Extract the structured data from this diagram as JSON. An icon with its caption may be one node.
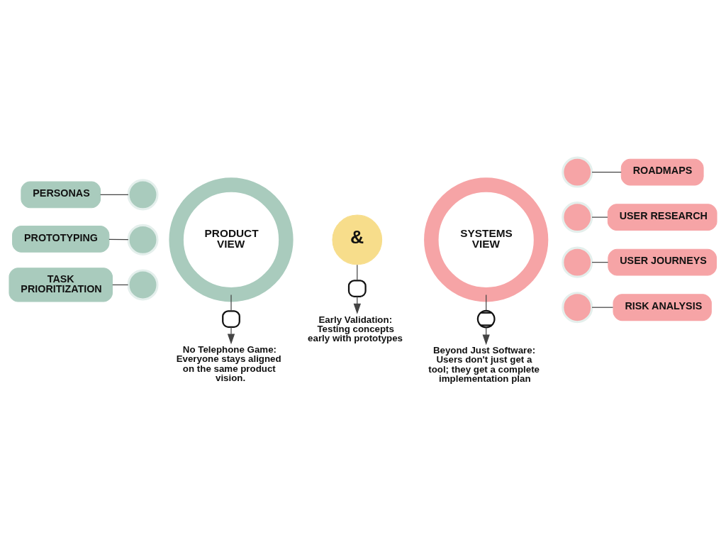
{
  "diagram": {
    "nodes": [
      {
        "text": [
          "PERSONAS"
        ]
      },
      {
        "text": [],
        "shape": "circle"
      },
      {
        "text": [
          "PROTOTYPING"
        ]
      },
      {
        "text": [],
        "shape": "circle"
      },
      {
        "text": [
          "TASK PRIORITIZATION"
        ]
      },
      {
        "text": [],
        "shape": "circle"
      },
      {
        "text": [
          "PRODUCT VIEW"
        ]
      },
      {
        "text": [
          "&"
        ]
      },
      {
        "text": [
          "SYSTEMS VIEW"
        ]
      },
      {
        "text": [
          "ROADMAPS"
        ]
      },
      {
        "text": [],
        "shape": "circle"
      },
      {
        "text": [
          "USER RESEARCH"
        ]
      },
      {
        "text": [],
        "shape": "circle"
      },
      {
        "text": [
          "USER JOURNEYS"
        ]
      },
      {
        "text": [],
        "shape": "circle"
      },
      {
        "text": [
          "RISK ANALYSIS"
        ]
      },
      {
        "text": [],
        "shape": "circle"
      },
      {
        "text": [],
        "shape": "picture"
      },
      {
        "text": [],
        "shape": "picture"
      },
      {
        "text": [],
        "shape": "circle"
      },
      {
        "text": [
          "No Telephone Game: Everyone stays aligned on the same product vision."
        ]
      },
      {
        "text": [
          "Early Validation: Testing concepts early with prototypes"
        ]
      },
      {
        "text": [
          "Beyond Just Software: Users don't just get a tool; they get a complete implementation plan"
        ]
      }
    ],
    "edges": [
      {
        "from": 0,
        "to": 1,
        "arrow": "none"
      },
      {
        "from": 2,
        "to": 3,
        "arrow": "none"
      },
      {
        "from": 4,
        "to": 5,
        "arrow": "none"
      },
      {
        "from": 10,
        "to": 9,
        "arrow": "none"
      },
      {
        "from": 12,
        "to": 11,
        "arrow": "none"
      },
      {
        "from": 14,
        "to": 13,
        "arrow": "none"
      },
      {
        "from": 16,
        "to": 15,
        "arrow": "none"
      },
      {
        "from": 6,
        "to": 17,
        "arrow": "none"
      },
      {
        "from": 17,
        "to": 20,
        "arrow": "to"
      },
      {
        "from": 7,
        "to": 18,
        "arrow": "none"
      },
      {
        "from": 18,
        "to": 21,
        "arrow": "to"
      },
      {
        "from": 8,
        "to": 19,
        "arrow": "none"
      },
      {
        "from": 19,
        "to": 22,
        "arrow": "to"
      }
    ]
  }
}
